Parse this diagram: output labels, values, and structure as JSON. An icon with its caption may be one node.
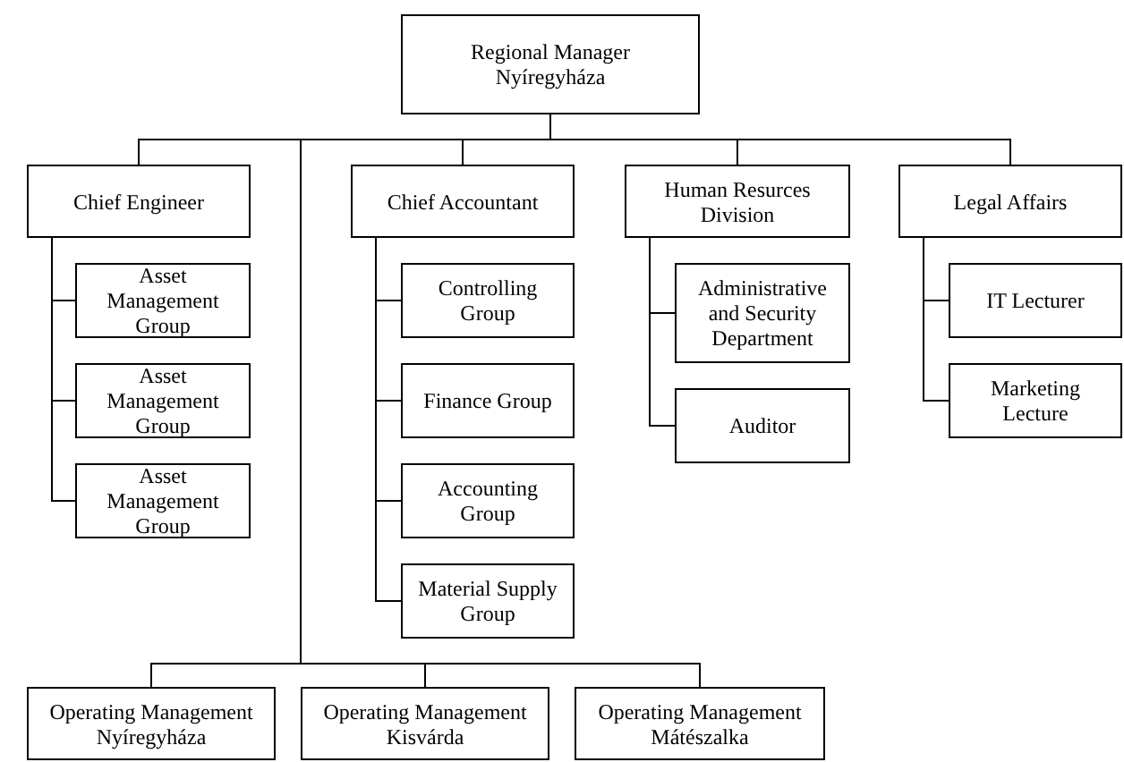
{
  "diagram": {
    "nodes": [
      {
        "text": [
          "Regional Manager Nyíregyháza"
        ]
      },
      {
        "text": [
          "Chief Engineer"
        ]
      },
      {
        "text": [
          "Asset Management Group"
        ]
      },
      {
        "text": [
          "Asset Management Group"
        ]
      },
      {
        "text": [
          "Asset Management Group"
        ]
      },
      {
        "text": [
          "Chief Accountant"
        ]
      },
      {
        "text": [
          "Controlling Group"
        ]
      },
      {
        "text": [
          "Finance Group"
        ]
      },
      {
        "text": [
          "Accounting Group"
        ]
      },
      {
        "text": [
          "Material Supply Group"
        ]
      },
      {
        "text": [
          "Human Resurces Division"
        ]
      },
      {
        "text": [
          "Administrative and Security Department"
        ]
      },
      {
        "text": [
          "Auditor"
        ]
      },
      {
        "text": [
          "Legal Affairs"
        ]
      },
      {
        "text": [
          "IT Lecturer"
        ]
      },
      {
        "text": [
          "Marketing Lecture"
        ]
      },
      {
        "text": [
          "Operating Management Nyíregyháza"
        ]
      },
      {
        "text": [
          "Operating Management Kisvárda"
        ]
      },
      {
        "text": [
          "Operating Management Mátészalka"
        ]
      }
    ],
    "edges": [
      {
        "from": 0,
        "to": 1,
        "arrow": "none"
      },
      {
        "from": 0,
        "to": 5,
        "arrow": "none"
      },
      {
        "from": 0,
        "to": 10,
        "arrow": "none"
      },
      {
        "from": 0,
        "to": 13,
        "arrow": "none"
      },
      {
        "from": 1,
        "to": 2,
        "arrow": "none"
      },
      {
        "from": 1,
        "to": 3,
        "arrow": "none"
      },
      {
        "from": 1,
        "to": 4,
        "arrow": "none"
      },
      {
        "from": 5,
        "to": 6,
        "arrow": "none"
      },
      {
        "from": 5,
        "to": 7,
        "arrow": "none"
      },
      {
        "from": 5,
        "to": 8,
        "arrow": "none"
      },
      {
        "from": 5,
        "to": 9,
        "arrow": "none"
      },
      {
        "from": 10,
        "to": 11,
        "arrow": "none"
      },
      {
        "from": 10,
        "to": 12,
        "arrow": "none"
      },
      {
        "from": 13,
        "to": 14,
        "arrow": "none"
      },
      {
        "from": 13,
        "to": 15,
        "arrow": "none"
      },
      {
        "from": 0,
        "to": 16,
        "arrow": "none"
      },
      {
        "from": 0,
        "to": 17,
        "arrow": "none"
      },
      {
        "from": 0,
        "to": 18,
        "arrow": "none"
      }
    ]
  }
}
